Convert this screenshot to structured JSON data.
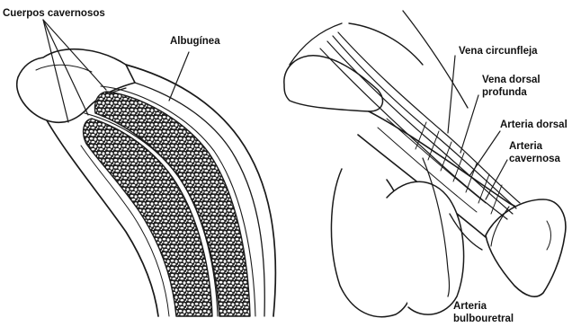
{
  "left_panel": {
    "labels": {
      "cuerpos_cavernosos": "Cuerpos cavernosos",
      "albuginea": "Albugínea"
    }
  },
  "right_panel": {
    "labels": {
      "vena_circunfleja": "Vena circunfleja",
      "vena_dorsal_profunda_1": "Vena dorsal",
      "vena_dorsal_profunda_2": "profunda",
      "arteria_dorsal": "Arteria dorsal",
      "arteria_cavernosa_1": "Arteria",
      "arteria_cavernosa_2": "cavernosa",
      "arteria_bulbouretral_1": "Arteria",
      "arteria_bulbouretral_2": "bulbouretral"
    }
  },
  "colors": {
    "line": "#1a1a1a",
    "tissue_fill": "#2a2a2a",
    "background": "#ffffff"
  }
}
